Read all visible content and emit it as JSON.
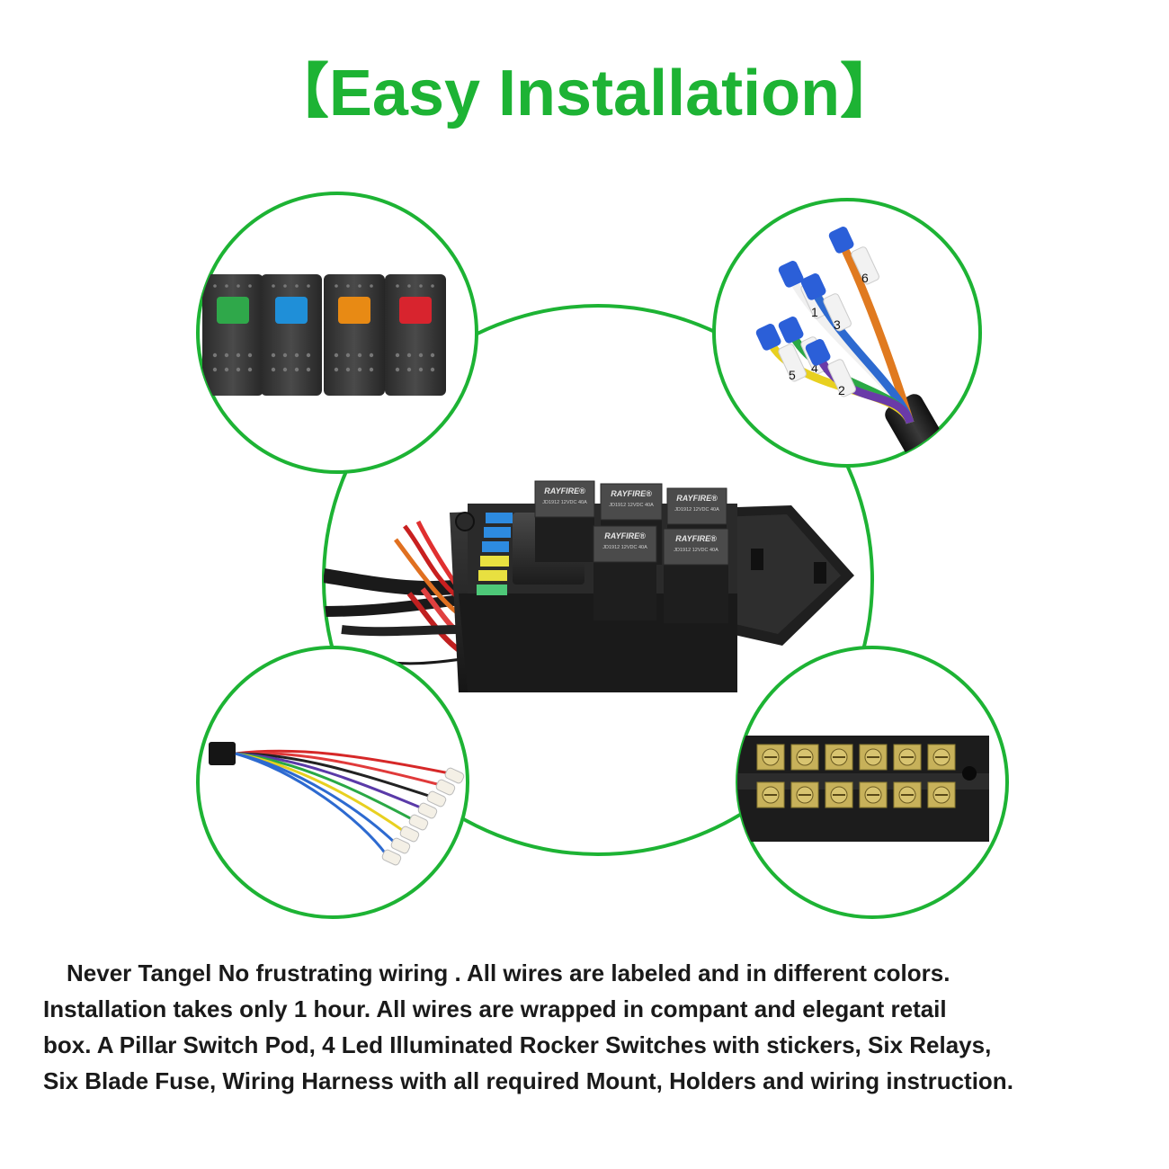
{
  "title": {
    "open_bracket": "【",
    "text": "Easy Installation",
    "close_bracket": "】"
  },
  "accent_color": "#1db334",
  "relays": [
    {
      "brand": "RAYFIRE®",
      "spec": "JD1912 12VDC 40A"
    },
    {
      "brand": "RAYFIRE®",
      "spec": "JD1912 12VDC 40A"
    },
    {
      "brand": "RAYFIRE®",
      "spec": "JD1912 12VDC 40A"
    },
    {
      "brand": "RAYFIRE®",
      "spec": "JD1912 12VDC 40A"
    },
    {
      "brand": "RAYFIRE®",
      "spec": "JD1912 12VDC 40A"
    }
  ],
  "wire_labels": [
    "6",
    "1",
    "3",
    "4",
    "5",
    "2"
  ],
  "switch_colors": [
    "#2fa84a",
    "#1f8fd8",
    "#e88a14",
    "#d8242e"
  ],
  "caption": {
    "line1": "Never Tangel No frustrating wiring . All wires are labeled and in different colors.",
    "line2": "Installation takes only 1 hour. All wires are wrapped in compant and elegant retail",
    "line3": "box. A Pillar Switch Pod, 4 Led Illuminated Rocker Switches with stickers, Six Relays,",
    "line4": "Six Blade Fuse, Wiring Harness with all required Mount, Holders and wiring instruction."
  }
}
